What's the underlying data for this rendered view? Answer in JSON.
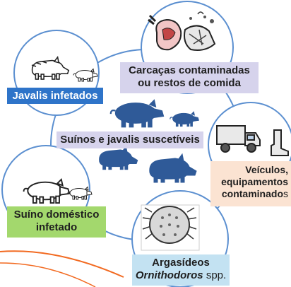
{
  "colors": {
    "ring": "#5b8fd0",
    "pig_fill": "#2f5a98",
    "label_blue": "#2e74c9",
    "label_lavender": "#d6d3ec",
    "label_peach": "#fbe3d2",
    "label_green": "#a3d86d",
    "label_lightblue": "#c3e2f2",
    "accent_orange": "#f26a21"
  },
  "nodes": {
    "wild_boars": {
      "icon": "wild-boar-and-piglet-icon",
      "label": "Javalis infetados"
    },
    "carcasses": {
      "icon": "contaminated-meat-and-food-waste-icon",
      "label_line1": "Carcaças contaminadas",
      "label_line2": "ou restos de comida"
    },
    "vehicles": {
      "icon": "truck-and-boot-icon",
      "label_line1": "Veículos,",
      "label_line2": "equipamentos",
      "label_line3_bold": "contaminado",
      "label_line3_tail": "s"
    },
    "domestic_pig": {
      "icon": "domestic-pig-and-piglet-icon",
      "label_line1": "Suíno doméstico",
      "label_line2": "infetado"
    },
    "ticks": {
      "icon": "argasid-tick-icon",
      "label_line1": "Argasídeos",
      "label_line2_italic": "Ornithodoros",
      "label_line2_tail": "spp."
    }
  },
  "center": {
    "label": "Suínos e javalis suscetíveis",
    "icon": "susceptible-pigs-and-boars-icon"
  }
}
